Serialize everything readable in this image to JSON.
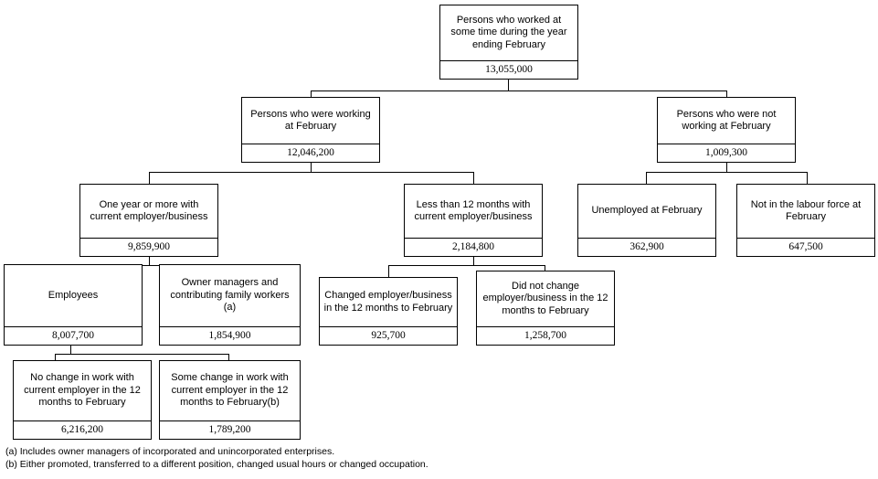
{
  "diagram": {
    "type": "flowchart-tree",
    "title_implied": "Persons who worked at some time during the year ending February",
    "nodes": [
      {
        "id": "worked-any-time",
        "label": "Persons who worked at some time during the year ending February",
        "value": "13,055,000",
        "level": 1
      },
      {
        "id": "working-at-february",
        "label": "Persons who were working at February",
        "value": "12,046,200",
        "level": 2
      },
      {
        "id": "not-working-at-february",
        "label": "Persons who were not working at February",
        "value": "1,009,300",
        "level": 2
      },
      {
        "id": "one-year-or-more",
        "label": "One year or more with current employer/business",
        "value": "9,859,900",
        "level": 3
      },
      {
        "id": "less-than-12-months",
        "label": "Less than 12 months with current employer/business",
        "value": "2,184,800",
        "level": 3
      },
      {
        "id": "unemployed-at-february",
        "label": "Unemployed at February",
        "value": "362,900",
        "level": 3
      },
      {
        "id": "not-in-labour-force",
        "label": "Not in the labour force at February",
        "value": "647,500",
        "level": 3
      },
      {
        "id": "employees",
        "label": "Employees",
        "value": "8,007,700",
        "level": 4
      },
      {
        "id": "owner-managers",
        "label": "Owner managers and contributing family workers (a)",
        "value": "1,854,900",
        "level": 4
      },
      {
        "id": "changed-employer",
        "label": "Changed employer/business in the 12 months to February",
        "value": "925,700",
        "level": 4
      },
      {
        "id": "did-not-change-employer",
        "label": "Did not change employer/business in the 12 months to February",
        "value": "1,258,700",
        "level": 4
      },
      {
        "id": "no-change-in-work",
        "label": "No change in work with current  employer in the 12 months to February",
        "value": "6,216,200",
        "level": 5
      },
      {
        "id": "some-change-in-work",
        "label": "Some change in work with current employer in the 12 months to February(b)",
        "value": "1,789,200",
        "level": 5
      }
    ]
  },
  "footnotes": [
    "(a) Includes owner managers of incorporated and unincorporated enterprises.",
    "(b) Either promoted, transferred to a different position, changed usual hours or changed occupation."
  ]
}
